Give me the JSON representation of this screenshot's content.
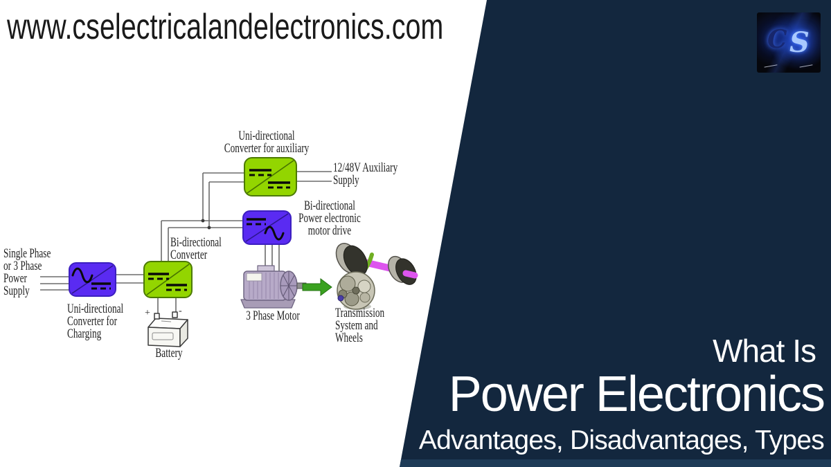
{
  "site": {
    "url": "www.cselectricalandelectronics.com"
  },
  "logo": {
    "letter_c": "C",
    "letter_s": "S"
  },
  "panel": {
    "eyebrow": "What Is",
    "title": "Power Electronics",
    "subtitle": "Advantages, Disadvantages, Types",
    "bg_color": "#13273E",
    "bottom_strip_color": "#1E3B57",
    "text_color": "#FFFFFF"
  },
  "diagram": {
    "colors": {
      "converter_green": "#93D500",
      "converter_purple": "#5A2BF2",
      "wire_gray": "#6B6B6B",
      "arrow_green": "#3AA120",
      "axle_magenta": "#DD55EE",
      "wheel_dark": "#33332C",
      "wheel_light": "#B5B3A8",
      "label_color": "#222222"
    },
    "labels": {
      "supply": [
        "Single Phase",
        "or 3 Phase",
        "Power",
        "Supply"
      ],
      "charger": [
        "Uni-directional",
        "Converter for",
        "Charging"
      ],
      "bidir_converter": [
        "Bi-directional",
        "Converter"
      ],
      "battery": "Battery",
      "battery_plus": "+",
      "battery_minus": "-",
      "aux_converter": [
        "Uni-directional",
        "Converter for auxiliary"
      ],
      "aux_supply": [
        "12/48V Auxiliary",
        "Supply"
      ],
      "motor_drive": [
        "Bi-directional",
        "Power electronic",
        "motor drive"
      ],
      "motor": "3 Phase Motor",
      "transmission": [
        "Transmission",
        "System and",
        "Wheels"
      ]
    }
  }
}
